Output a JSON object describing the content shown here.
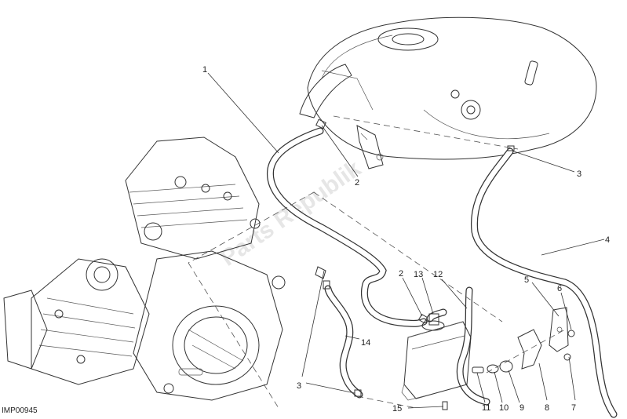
{
  "reference_code": "IMP00945",
  "watermark": "Parts Republik",
  "callouts": [
    {
      "id": "c1",
      "text": "1"
    },
    {
      "id": "c2a",
      "text": "2"
    },
    {
      "id": "c2b",
      "text": "2"
    },
    {
      "id": "c3a",
      "text": "3"
    },
    {
      "id": "c3b",
      "text": "3"
    },
    {
      "id": "c4",
      "text": "4"
    },
    {
      "id": "c5",
      "text": "5"
    },
    {
      "id": "c6",
      "text": "6"
    },
    {
      "id": "c7",
      "text": "7"
    },
    {
      "id": "c8",
      "text": "8"
    },
    {
      "id": "c9",
      "text": "9"
    },
    {
      "id": "c10",
      "text": "10"
    },
    {
      "id": "c11",
      "text": "11"
    },
    {
      "id": "c12",
      "text": "12"
    },
    {
      "id": "c13",
      "text": "13"
    },
    {
      "id": "c14",
      "text": "14"
    },
    {
      "id": "c15",
      "text": "15"
    }
  ]
}
